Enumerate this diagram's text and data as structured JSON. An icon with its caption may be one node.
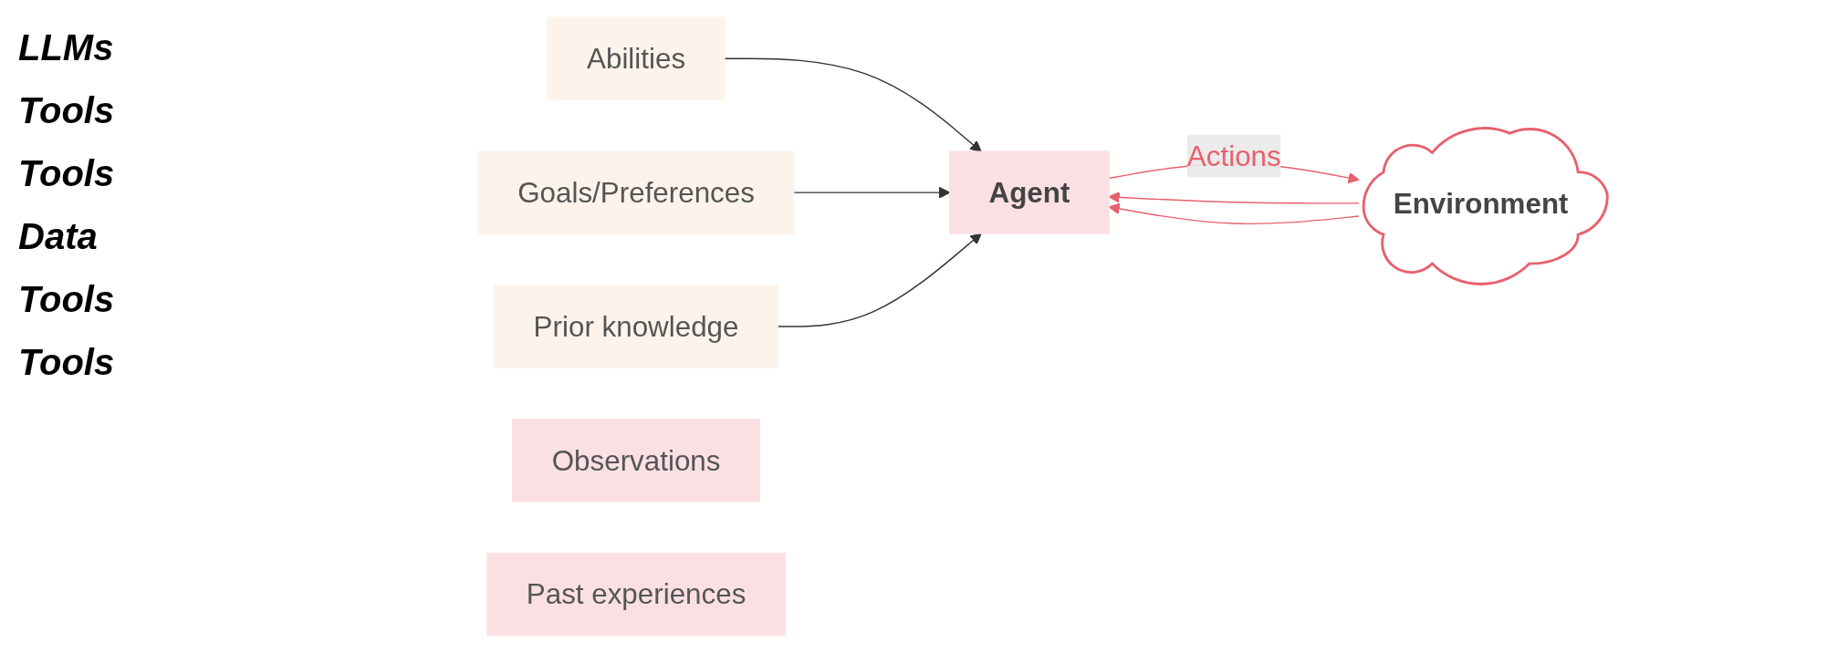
{
  "diagram": {
    "nodes": [
      {
        "text": [
          "Abilities"
        ]
      },
      {
        "text": [
          "Goals/Preferences"
        ]
      },
      {
        "text": [
          "Prior knowledge"
        ]
      },
      {
        "text": [
          "Agent"
        ]
      },
      {
        "text": [
          "Environment"
        ]
      },
      {
        "text": [
          "Observations"
        ]
      },
      {
        "text": [
          "Past experiences"
        ]
      }
    ],
    "edges": [
      {
        "from": 0,
        "to": 3,
        "arrow": "to"
      },
      {
        "from": 1,
        "to": 3,
        "arrow": "to"
      },
      {
        "from": 2,
        "to": 3,
        "arrow": "to"
      },
      {
        "from": 3,
        "to": 4,
        "arrow": "to",
        "label": "Actions",
        "color": "#e8606e"
      },
      {
        "from": 4,
        "to": 3,
        "arrow": "to",
        "color": "#e8606e"
      },
      {
        "from": 4,
        "to": 3,
        "arrow": "to",
        "color": "#e8606e"
      }
    ],
    "labels": [
      "LLMs",
      "Tools",
      "Tools",
      "Data",
      "Tools",
      "Tools"
    ]
  }
}
